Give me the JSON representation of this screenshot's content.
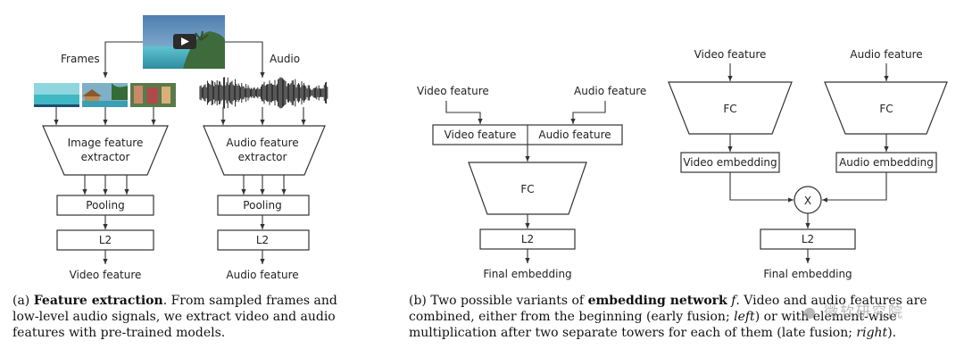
{
  "panel_a": {
    "frames_label": "Frames",
    "audio_label": "Audio",
    "image_extractor": [
      "Image feature",
      "extractor"
    ],
    "audio_extractor": [
      "Audio feature",
      "extractor"
    ],
    "pooling": "Pooling",
    "l2": "L2",
    "video_feature_out": "Video feature",
    "audio_feature_out": "Audio feature"
  },
  "panel_b_left": {
    "video_feature_in": "Video feature",
    "audio_feature_in": "Audio feature",
    "concat_video": "Video feature",
    "concat_audio": "Audio feature",
    "fc": "FC",
    "l2": "L2",
    "output": "Final embedding"
  },
  "panel_b_right": {
    "video_feature_in": "Video feature",
    "audio_feature_in": "Audio feature",
    "fc_video": "FC",
    "fc_audio": "FC",
    "video_embedding": "Video embedding",
    "audio_embedding": "Audio embedding",
    "multiply": "X",
    "l2": "L2",
    "output": "Final embedding"
  },
  "caption_a": {
    "prefix": "(a) ",
    "bold": "Feature extraction",
    "rest": ". From sampled frames and low-level audio signals, we extract video and audio features with pre-trained models."
  },
  "caption_b": {
    "prefix": "(b) Two possible variants of ",
    "bold": "embedding network",
    "math": " f",
    "part1": ". Video and audio features are combined, either from the beginning (early fusion; ",
    "left": "left",
    "part2": ") or with element-wise multiplication after two separate towers for each of them (late fusion; ",
    "right": "right",
    "part3": ")."
  },
  "watermark": "● 微软研究院",
  "colors": {
    "sky": "#6f9ec9",
    "sea": "#3aa6b9",
    "foliage": "#3e6b3b",
    "play": "#2b2b2b"
  }
}
